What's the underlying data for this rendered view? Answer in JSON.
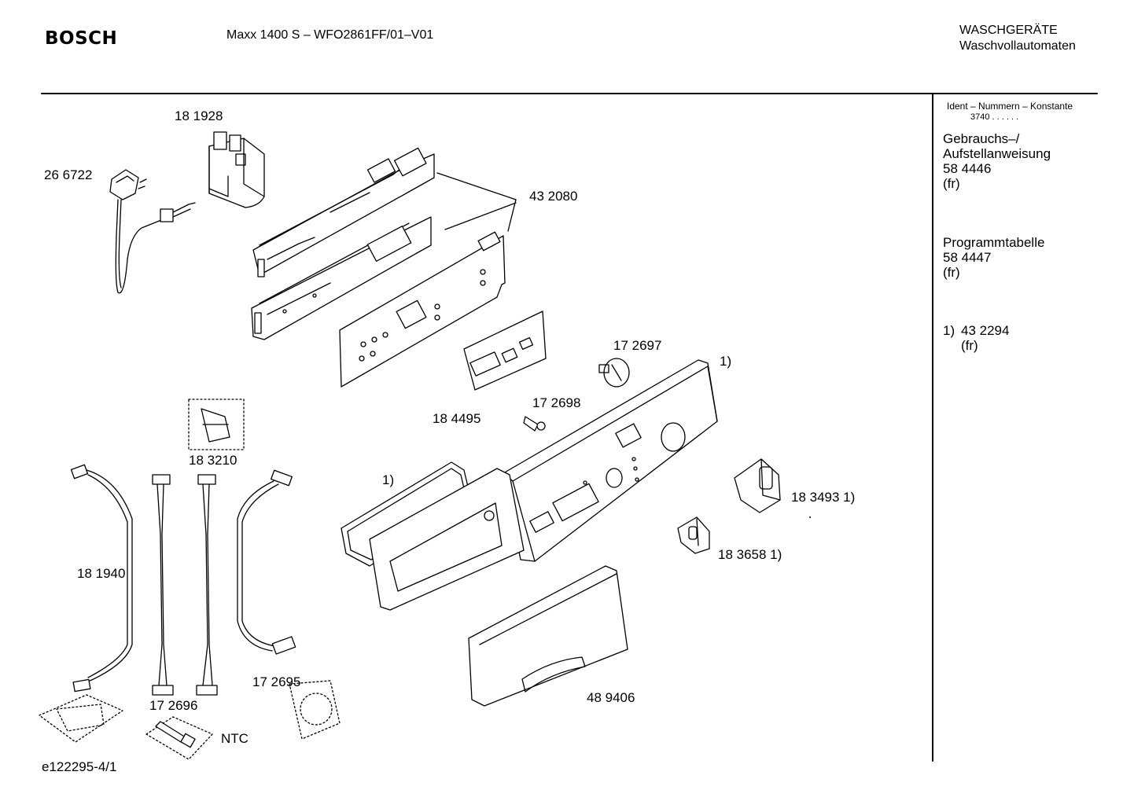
{
  "header": {
    "brand": "BOSCH",
    "model": "Maxx  1400 S – WFO2861FF/01–V01",
    "category": "WASCHGERÄTE",
    "subcategory": "Waschvollautomaten"
  },
  "sidebar": {
    "ident_label": "Ident – Nummern – Konstante",
    "ident_value": "3740  .  .     .  .  .  .",
    "docs": [
      {
        "line1": "Gebrauchs–/",
        "line2": "Aufstellanweisung",
        "number": "58 4446",
        "lang": "(fr)"
      },
      {
        "line1": "Programmtabelle",
        "number": "58 4447",
        "lang": "(fr)"
      }
    ],
    "footnote": {
      "mark": "1)",
      "number": "43 2294",
      "lang": "(fr)"
    }
  },
  "parts": {
    "p181928": "18 1928",
    "p266722": "26 6722",
    "p432080": "43 2080",
    "p172697": "17 2697",
    "p184495": "18 4495",
    "p172698": "17 2698",
    "p183210": "18 3210",
    "p181940": "18 1940",
    "p183493": "18 3493 1)",
    "p183658": "18 3658 1)",
    "p172695": "17 2695",
    "p172696": "17 2696",
    "p489406": "48 9406",
    "ntc": "NTC",
    "fn_panel": "1)",
    "fn_seal": "1)"
  },
  "footer": {
    "drawing_id": "e122295-4/1"
  }
}
